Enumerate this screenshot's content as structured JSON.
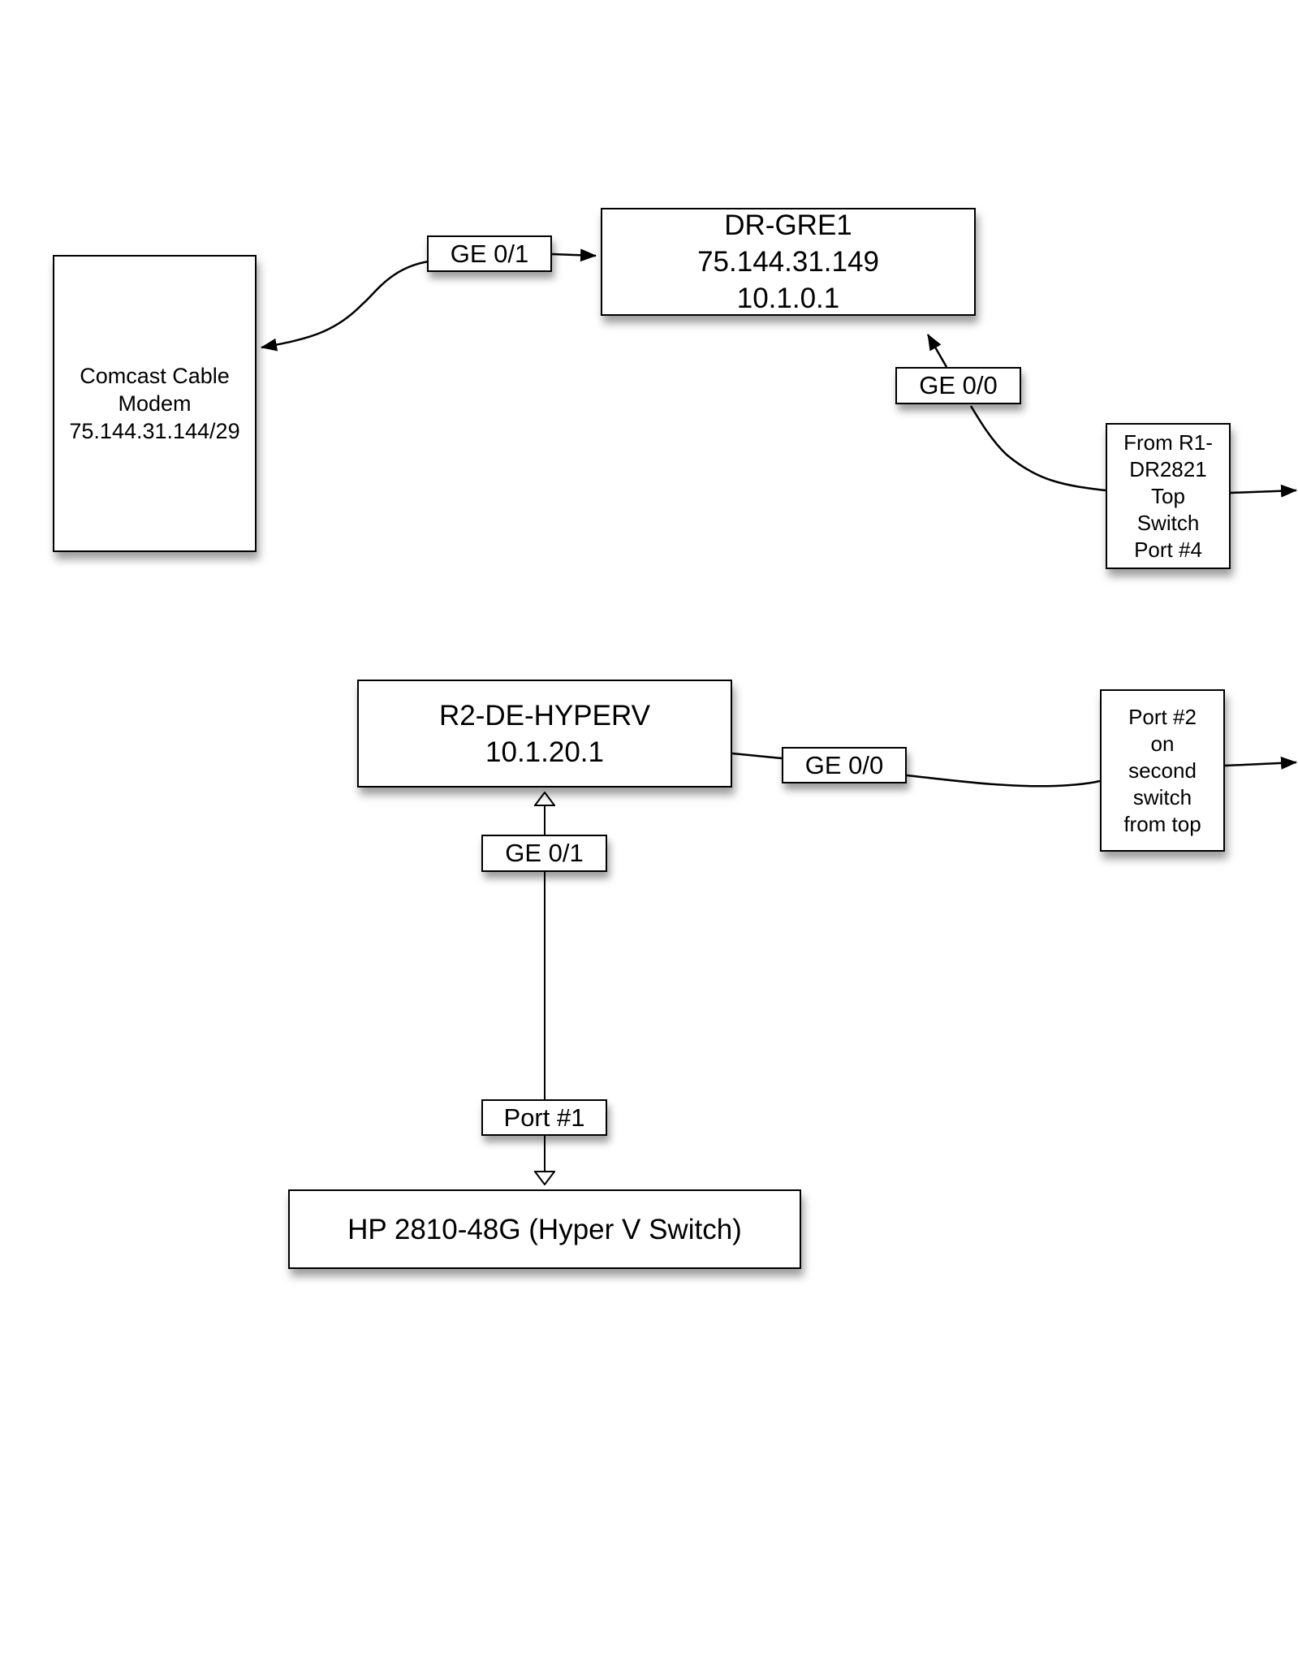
{
  "diagram": {
    "nodes": {
      "comcast": {
        "lines": [
          "Comcast Cable",
          "Modem",
          "75.144.31.144/29"
        ]
      },
      "drgre1": {
        "lines": [
          "DR-GRE1",
          "75.144.31.149",
          "10.1.0.1"
        ]
      },
      "fromr1": {
        "lines": [
          "From R1-",
          "DR2821",
          "Top",
          "Switch",
          "Port #4"
        ]
      },
      "r2": {
        "lines": [
          "R2-DE-HYPERV",
          "10.1.20.1"
        ]
      },
      "port2": {
        "lines": [
          "Port #2",
          "on",
          "second",
          "switch",
          "from top"
        ]
      },
      "hp": {
        "lines": [
          "HP 2810-48G (Hyper V Switch)"
        ]
      }
    },
    "edge_labels": {
      "ge01_top": "GE 0/1",
      "ge00_top": "GE 0/0",
      "ge00_mid": "GE 0/0",
      "ge01_mid": "GE 0/1",
      "port1": "Port #1"
    },
    "edges": [
      {
        "from": "drgre1",
        "to": "comcast",
        "label": "ge01_top",
        "arrow": "filled",
        "arrow_at": "both"
      },
      {
        "from": "fromr1",
        "to": "drgre1",
        "label": "ge00_top",
        "arrow": "filled",
        "arrow_at": "both"
      },
      {
        "from": "r2",
        "to": "port2",
        "label": "ge00_mid",
        "arrow": "filled",
        "arrow_at": "end"
      },
      {
        "from": "hp",
        "to": "r2",
        "label": "ge01_mid",
        "arrow": "hollow",
        "arrow_at": "both"
      }
    ],
    "colors": {
      "line": "#000000",
      "box_fill": "#ffffff",
      "shadow": "rgba(0,0,0,0.38)"
    }
  }
}
